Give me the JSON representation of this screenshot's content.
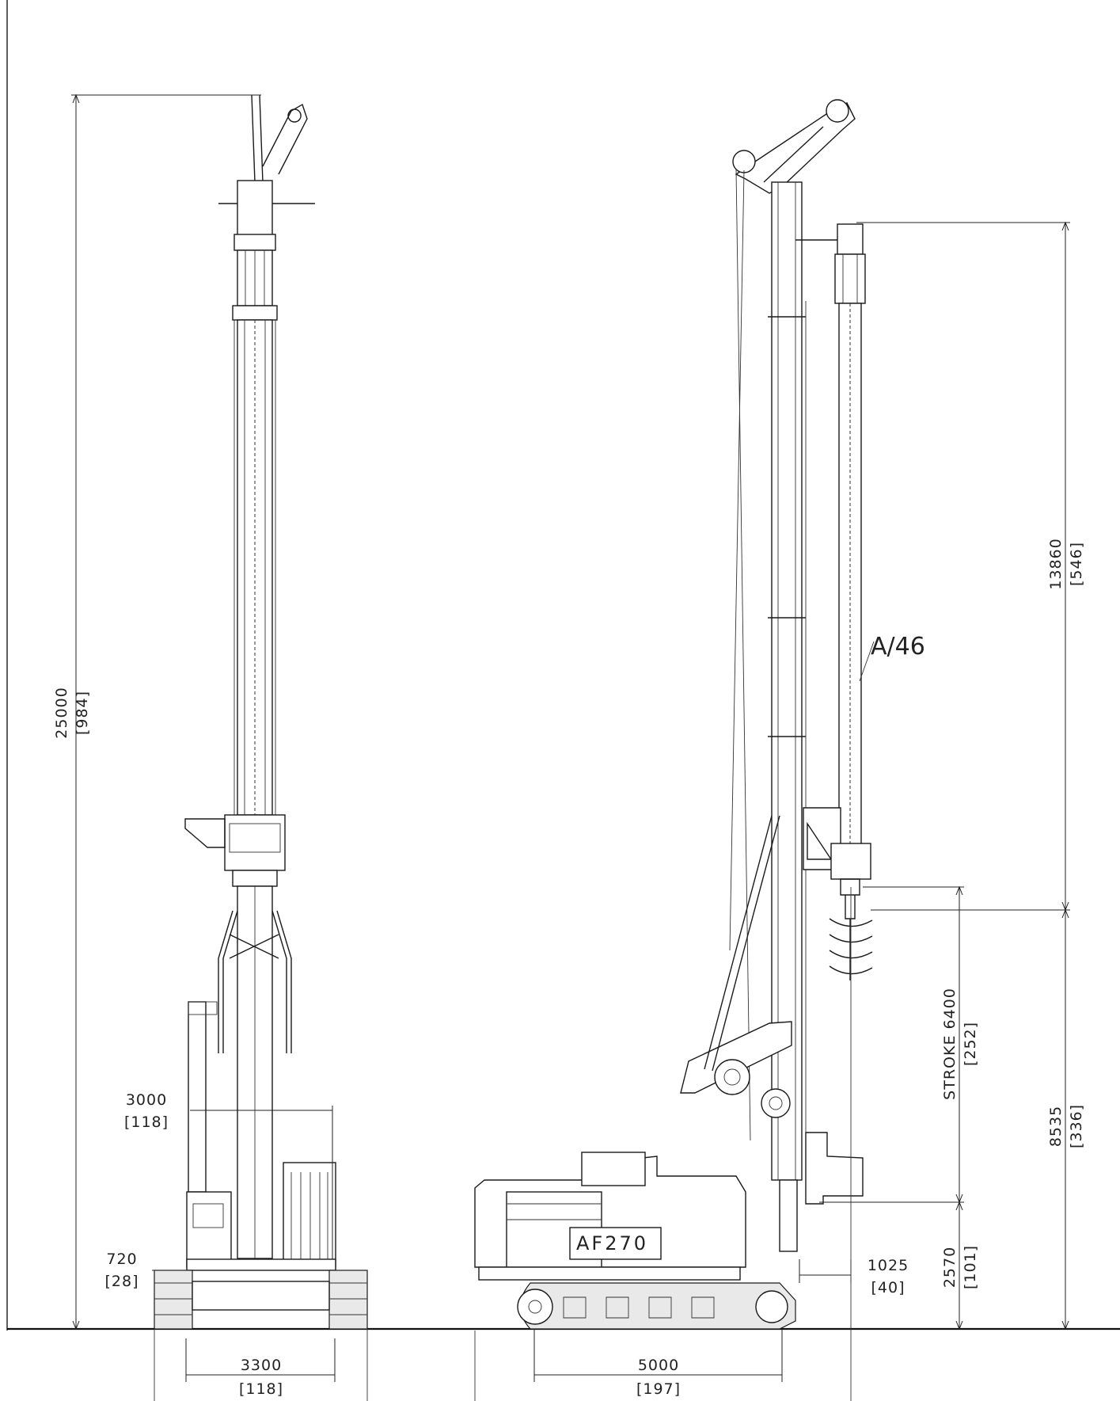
{
  "model_name": "AF270",
  "auger_label": "A/46",
  "dimensions": {
    "total_height": {
      "mm": "25000",
      "in": "[984]"
    },
    "mast_upper": {
      "mm": "13860",
      "in": "[546]"
    },
    "lower_height": {
      "mm": "8535",
      "in": "[336]"
    },
    "stroke": {
      "mm": "STROKE 6400",
      "in": "[252]"
    },
    "ground_clearance": {
      "mm": "2570",
      "in": "[101]"
    },
    "offset": {
      "mm": "1025",
      "in": "[40]"
    },
    "tail_width": {
      "mm": "3000",
      "in": "[118]"
    },
    "track_height": {
      "mm": "720",
      "in": "[28]"
    },
    "track_gauge": {
      "mm": "3300",
      "in": "[118]"
    },
    "track_length": {
      "mm": "5000",
      "in": "[197]"
    }
  }
}
